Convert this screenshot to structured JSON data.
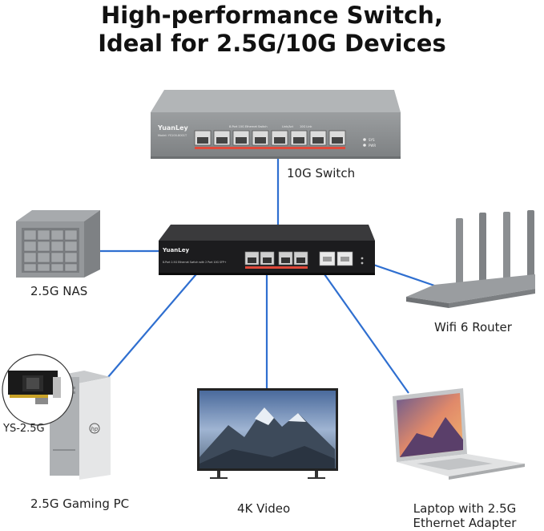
{
  "headline": {
    "line1": "High-performance Switch,",
    "line2": "Ideal for 2.5G/10G Devices"
  },
  "devices": {
    "switch_10g": {
      "label": "10G Switch",
      "brand": "YuanLey",
      "model_text": "Model: YS100-8001T",
      "panel_text_a": "8-Port 10G Ethernet Switch",
      "panel_text_b": "Link/Act",
      "panel_text_c": "10G Link",
      "led_sys": "SYS",
      "led_pwr": "PWR"
    },
    "center_switch": {
      "brand": "YuanLey",
      "panel_text": "8-Port 2.5G Ethernet Switch with 2 Port 10G SFP+"
    },
    "nas": {
      "label": "2.5G NAS"
    },
    "router": {
      "label": "Wifi 6 Router"
    },
    "pc": {
      "label": "2.5G Gaming PC",
      "card_label": "YS-2.5G"
    },
    "tv": {
      "label": "4K Video"
    },
    "laptop": {
      "label_line1": "Laptop with 2.5G",
      "label_line2": "Ethernet Adapter"
    }
  },
  "colors": {
    "link_line": "#2f6fd0",
    "switch_10g_body": "#8f9294",
    "center_switch_body": "#1c1c1e",
    "port_accent": "#e0493a"
  }
}
